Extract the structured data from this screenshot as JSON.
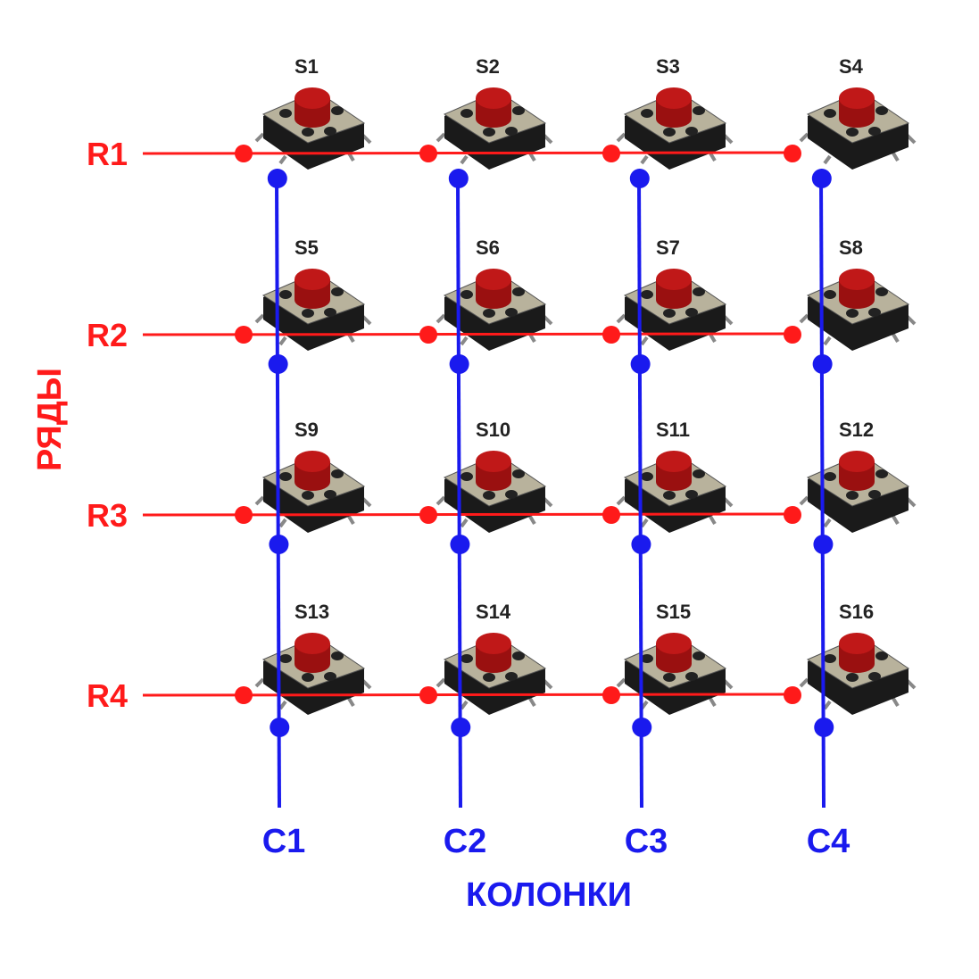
{
  "rows_axis_label": "РЯДЫ",
  "columns_axis_label": "КОЛОНКИ",
  "rows": [
    "R1",
    "R2",
    "R3",
    "R4"
  ],
  "columns": [
    "C1",
    "C2",
    "C3",
    "C4"
  ],
  "switches": [
    [
      "S1",
      "S2",
      "S3",
      "S4"
    ],
    [
      "S5",
      "S6",
      "S7",
      "S8"
    ],
    [
      "S9",
      "S10",
      "S11",
      "S12"
    ],
    [
      "S13",
      "S14",
      "S15",
      "S16"
    ]
  ],
  "colors": {
    "row": "#ff1a1a",
    "column": "#1a1aee",
    "cap": "#c01818",
    "body": "#1a1a1a",
    "plate": "#b8b29c"
  }
}
